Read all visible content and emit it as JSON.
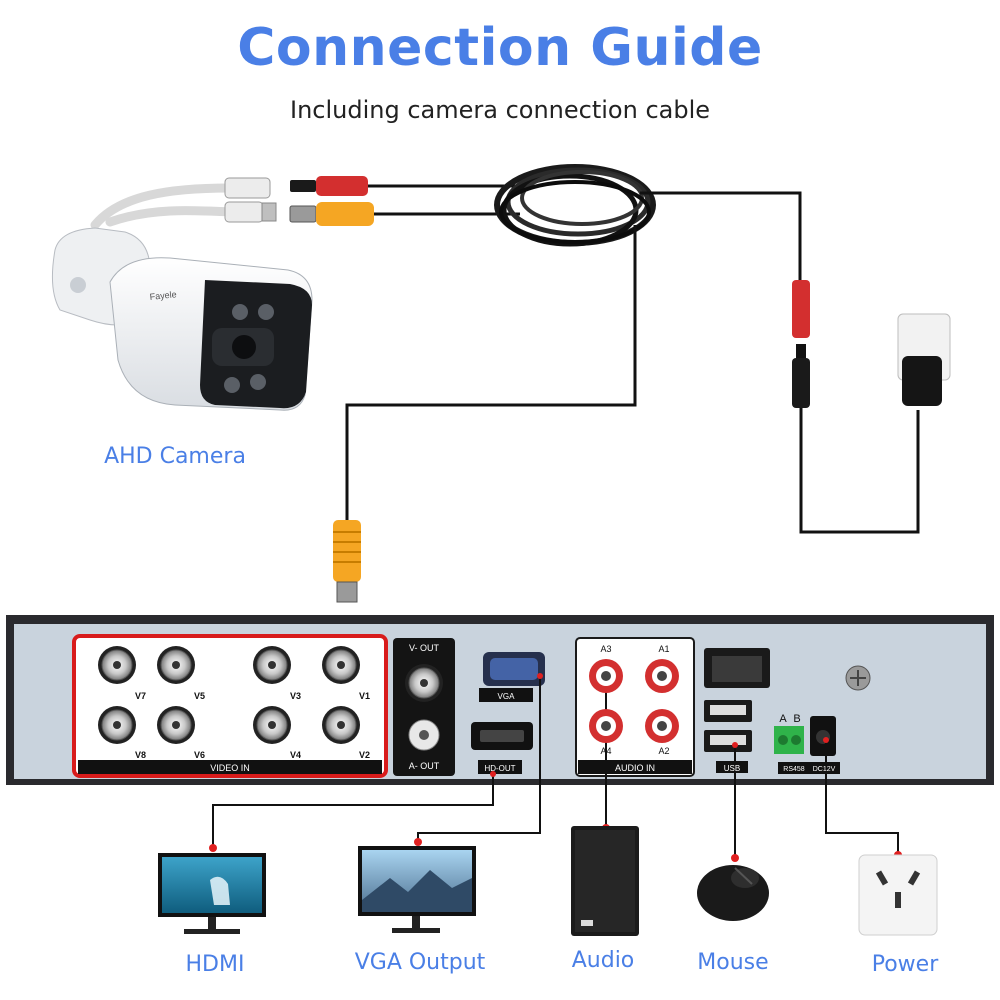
{
  "title": "Connection Guide",
  "subtitle": "Including camera connection cable",
  "camera": {
    "label": "AHD Camera",
    "brand": "Fayele"
  },
  "dvr": {
    "video_in": {
      "title": "VIDEO IN",
      "top_row": [
        "V7",
        "V5",
        "V3",
        "V1"
      ],
      "bottom_row": [
        "V8",
        "V6",
        "V4",
        "V2"
      ]
    },
    "v_out": "V- OUT",
    "a_out": "A- OUT",
    "vga": "VGA",
    "hdmi": "HD-OUT",
    "audio_in": {
      "title": "AUDIO IN",
      "ports": [
        "A3",
        "A1",
        "A4",
        "A2"
      ]
    },
    "usb": "USB",
    "rs485_a": "A",
    "rs485_b": "B",
    "rs485": "RS458",
    "dc": "DC12V"
  },
  "peripherals": {
    "hdmi": "HDMI",
    "vga": "VGA Output",
    "audio": "Audio",
    "mouse": "Mouse",
    "power": "Power"
  },
  "colors": {
    "accent": "#4a7fe6",
    "highlight": "#d81b1b",
    "bnc_yellow": "#f5a623",
    "dc_red": "#d32f2f",
    "dvr_panel": "#c9d3dd"
  }
}
